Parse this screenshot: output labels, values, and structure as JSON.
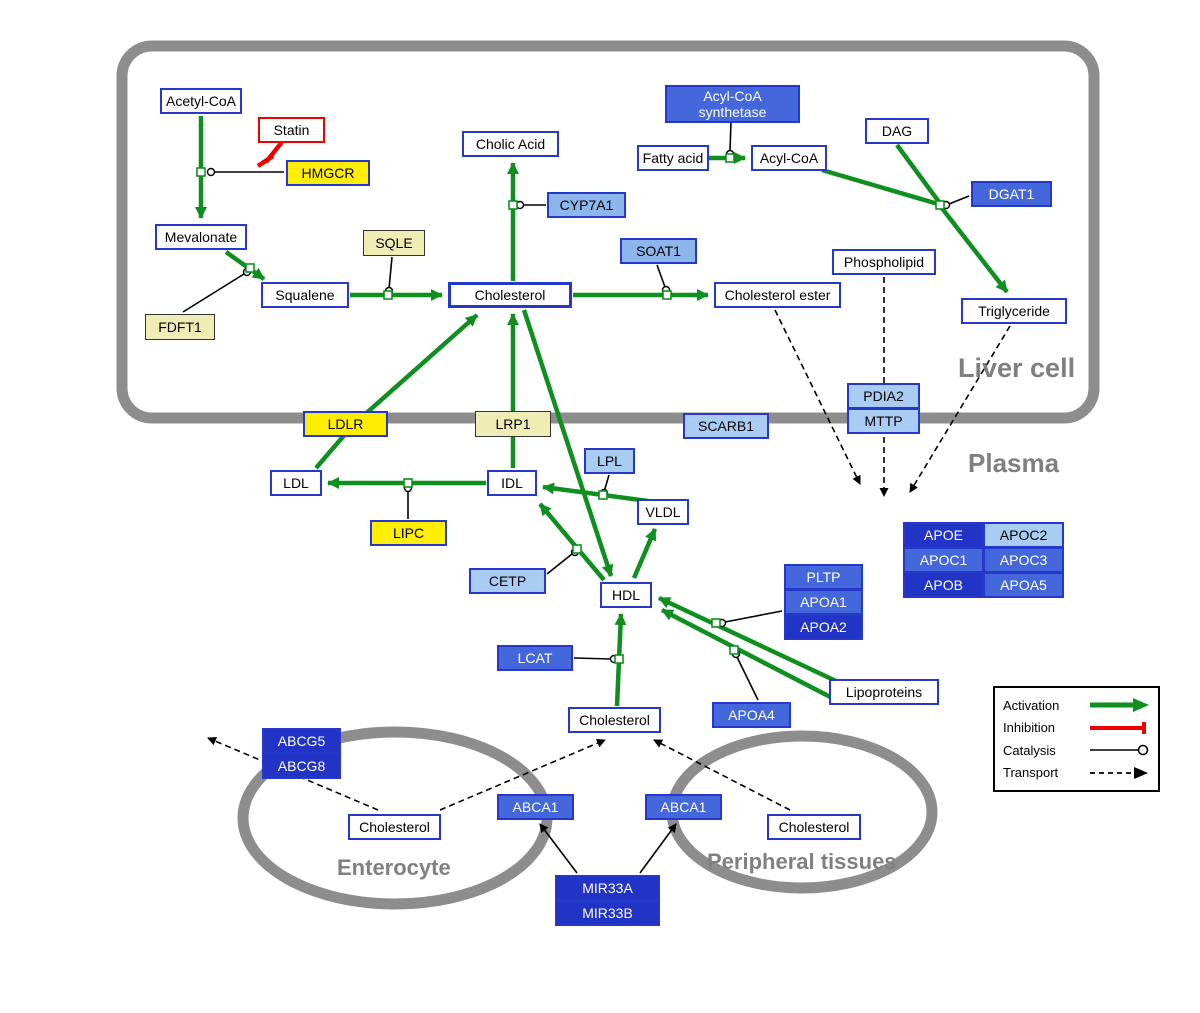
{
  "compartments": {
    "liver": "Liver cell",
    "plasma": "Plasma",
    "enterocyte": "Enterocyte",
    "peripheral": "Peripheral tissues"
  },
  "nodes": {
    "acetyl_coa": "Acetyl-CoA",
    "statin": "Statin",
    "hmgcr": "HMGCR",
    "mevalonate": "Mevalonate",
    "sqle": "SQLE",
    "fdft1": "FDFT1",
    "squalene": "Squalene",
    "cholesterol_liver": "Cholesterol",
    "cholic_acid": "Cholic Acid",
    "cyp7a1": "CYP7A1",
    "soat1": "SOAT1",
    "cholesterol_ester": "Cholesterol ester",
    "acyl_coa_synthetase": "Acyl-CoA synthetase",
    "fatty_acid": "Fatty acid",
    "acyl_coa": "Acyl-CoA",
    "dag": "DAG",
    "dgat1": "DGAT1",
    "phospholipid": "Phospholipid",
    "triglyceride": "Triglyceride",
    "ldlr": "LDLR",
    "lrp1": "LRP1",
    "scarb1": "SCARB1",
    "pdia2": "PDIA2",
    "mttp": "MTTP",
    "ldl": "LDL",
    "idl": "IDL",
    "lpl": "LPL",
    "vldl": "VLDL",
    "lipc": "LIPC",
    "cetp": "CETP",
    "hdl": "HDL",
    "lcat": "LCAT",
    "pltp": "PLTP",
    "apoa1": "APOA1",
    "apoa2": "APOA2",
    "apoa4": "APOA4",
    "lipoproteins": "Lipoproteins",
    "apoe": "APOE",
    "apoc2": "APOC2",
    "apoc1": "APOC1",
    "apoc3": "APOC3",
    "apob": "APOB",
    "apoa5": "APOA5",
    "cholesterol_plasma": "Cholesterol",
    "abcg5": "ABCG5",
    "abcg8": "ABCG8",
    "cholesterol_enterocyte": "Cholesterol",
    "abca1_enterocyte": "ABCA1",
    "abca1_peripheral": "ABCA1",
    "cholesterol_peripheral": "Cholesterol",
    "mir33a": "MIR33A",
    "mir33b": "MIR33B"
  },
  "legend": {
    "activation": "Activation",
    "inhibition": "Inhibition",
    "catalysis": "Catalysis",
    "transport": "Transport"
  },
  "colors": {
    "activation_green": "#0f8f1f",
    "inhibition_red": "#ee0000",
    "node_border_blue": "#2438cc",
    "gene_yellow": "#ffee00",
    "gene_pale_yellow": "#efedb4",
    "gene_light_blue": "#a9cdf2",
    "gene_medium_blue": "#4468dc",
    "gene_dark_blue": "#2134c6",
    "compartment_gray": "#8d8d8d"
  }
}
